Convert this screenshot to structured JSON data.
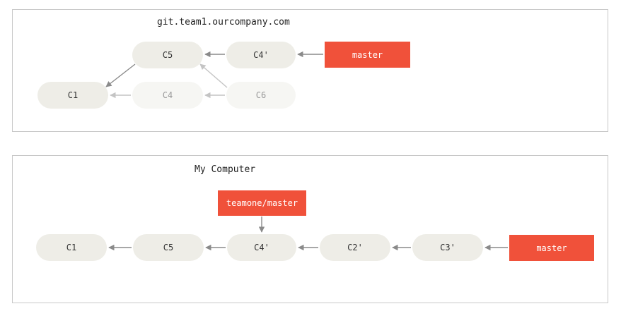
{
  "colors": {
    "commit_fill": "#eeede7",
    "commit_faded_fill": "#f6f6f3",
    "ref_fill": "#f0513a",
    "arrow": "#8a8a8a",
    "arrow_faded": "#c4c4c4",
    "panel_border": "#c8c8c8"
  },
  "remote": {
    "title": "git.team1.ourcompany.com",
    "commits": {
      "c1": "C1",
      "c5": "C5",
      "c4prime": "C4'",
      "c4": "C4",
      "c6": "C6"
    },
    "master_ref": "master"
  },
  "local": {
    "title": "My Computer",
    "commits": {
      "c1": "C1",
      "c5": "C5",
      "c4prime": "C4'",
      "c2prime": "C2'",
      "c3prime": "C3'"
    },
    "teamone_ref": "teamone/master",
    "master_ref": "master"
  }
}
